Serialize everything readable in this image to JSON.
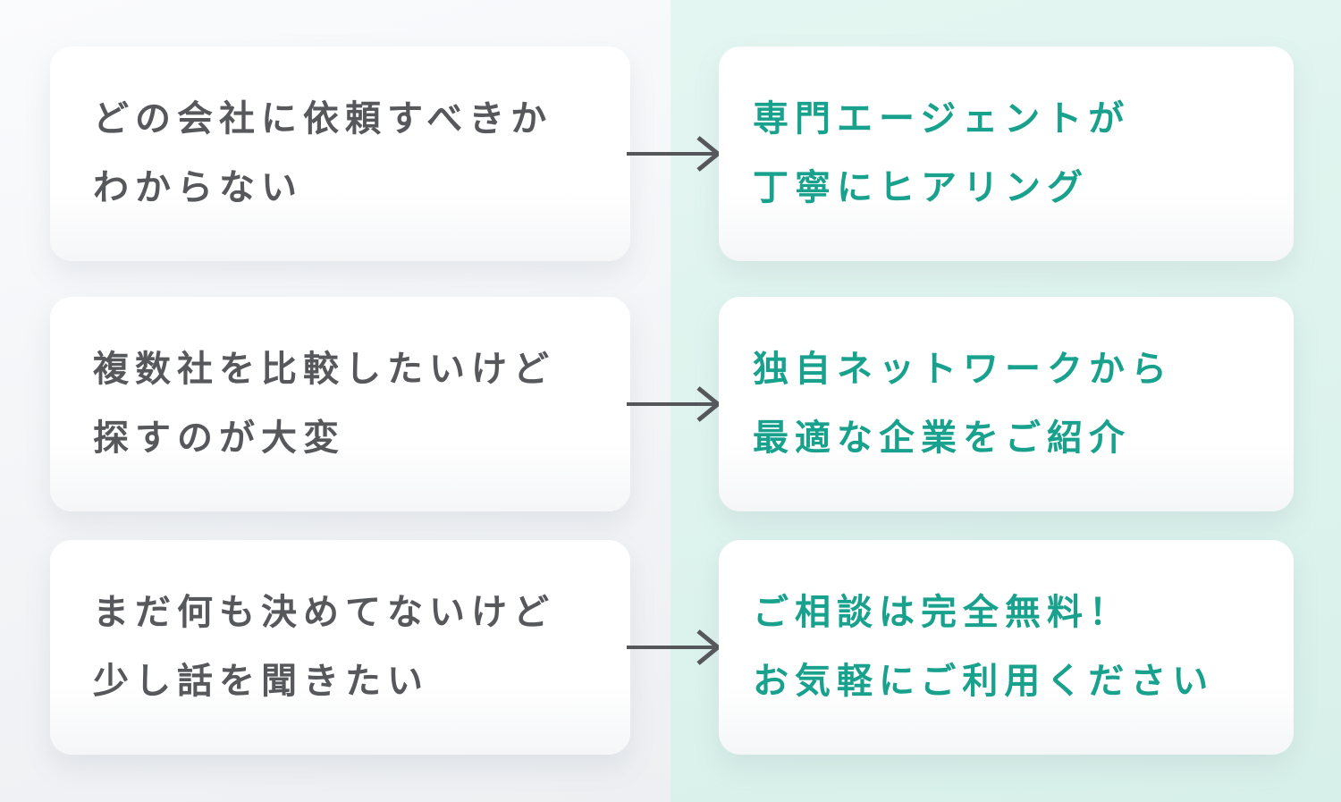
{
  "section": {
    "rows": [
      {
        "problem": [
          "どの会社に依頼すべきか",
          "わからない"
        ],
        "solution": [
          "専門エージェントが",
          "丁寧にヒアリング"
        ]
      },
      {
        "problem": [
          "複数社を比較したいけど",
          "探すのが大変"
        ],
        "solution": [
          "独自ネットワークから",
          "最適な企業をご紹介"
        ]
      },
      {
        "problem": [
          "まだ何も決めてないけど",
          "少し話を聞きたい"
        ],
        "solution": [
          "ご相談は完全無料！",
          "お気軽にご利用ください"
        ]
      }
    ]
  },
  "colors": {
    "problem-text": "#57585c",
    "solution-text": "#18a18c",
    "arrow": "#55565a",
    "card-bg": "#ffffff",
    "problem-bg-top": "#fafbfd",
    "problem-bg-bottom": "#edeff2",
    "solution-bg-top": "#e4f6f1",
    "solution-bg-bottom": "#d8f0ea"
  }
}
